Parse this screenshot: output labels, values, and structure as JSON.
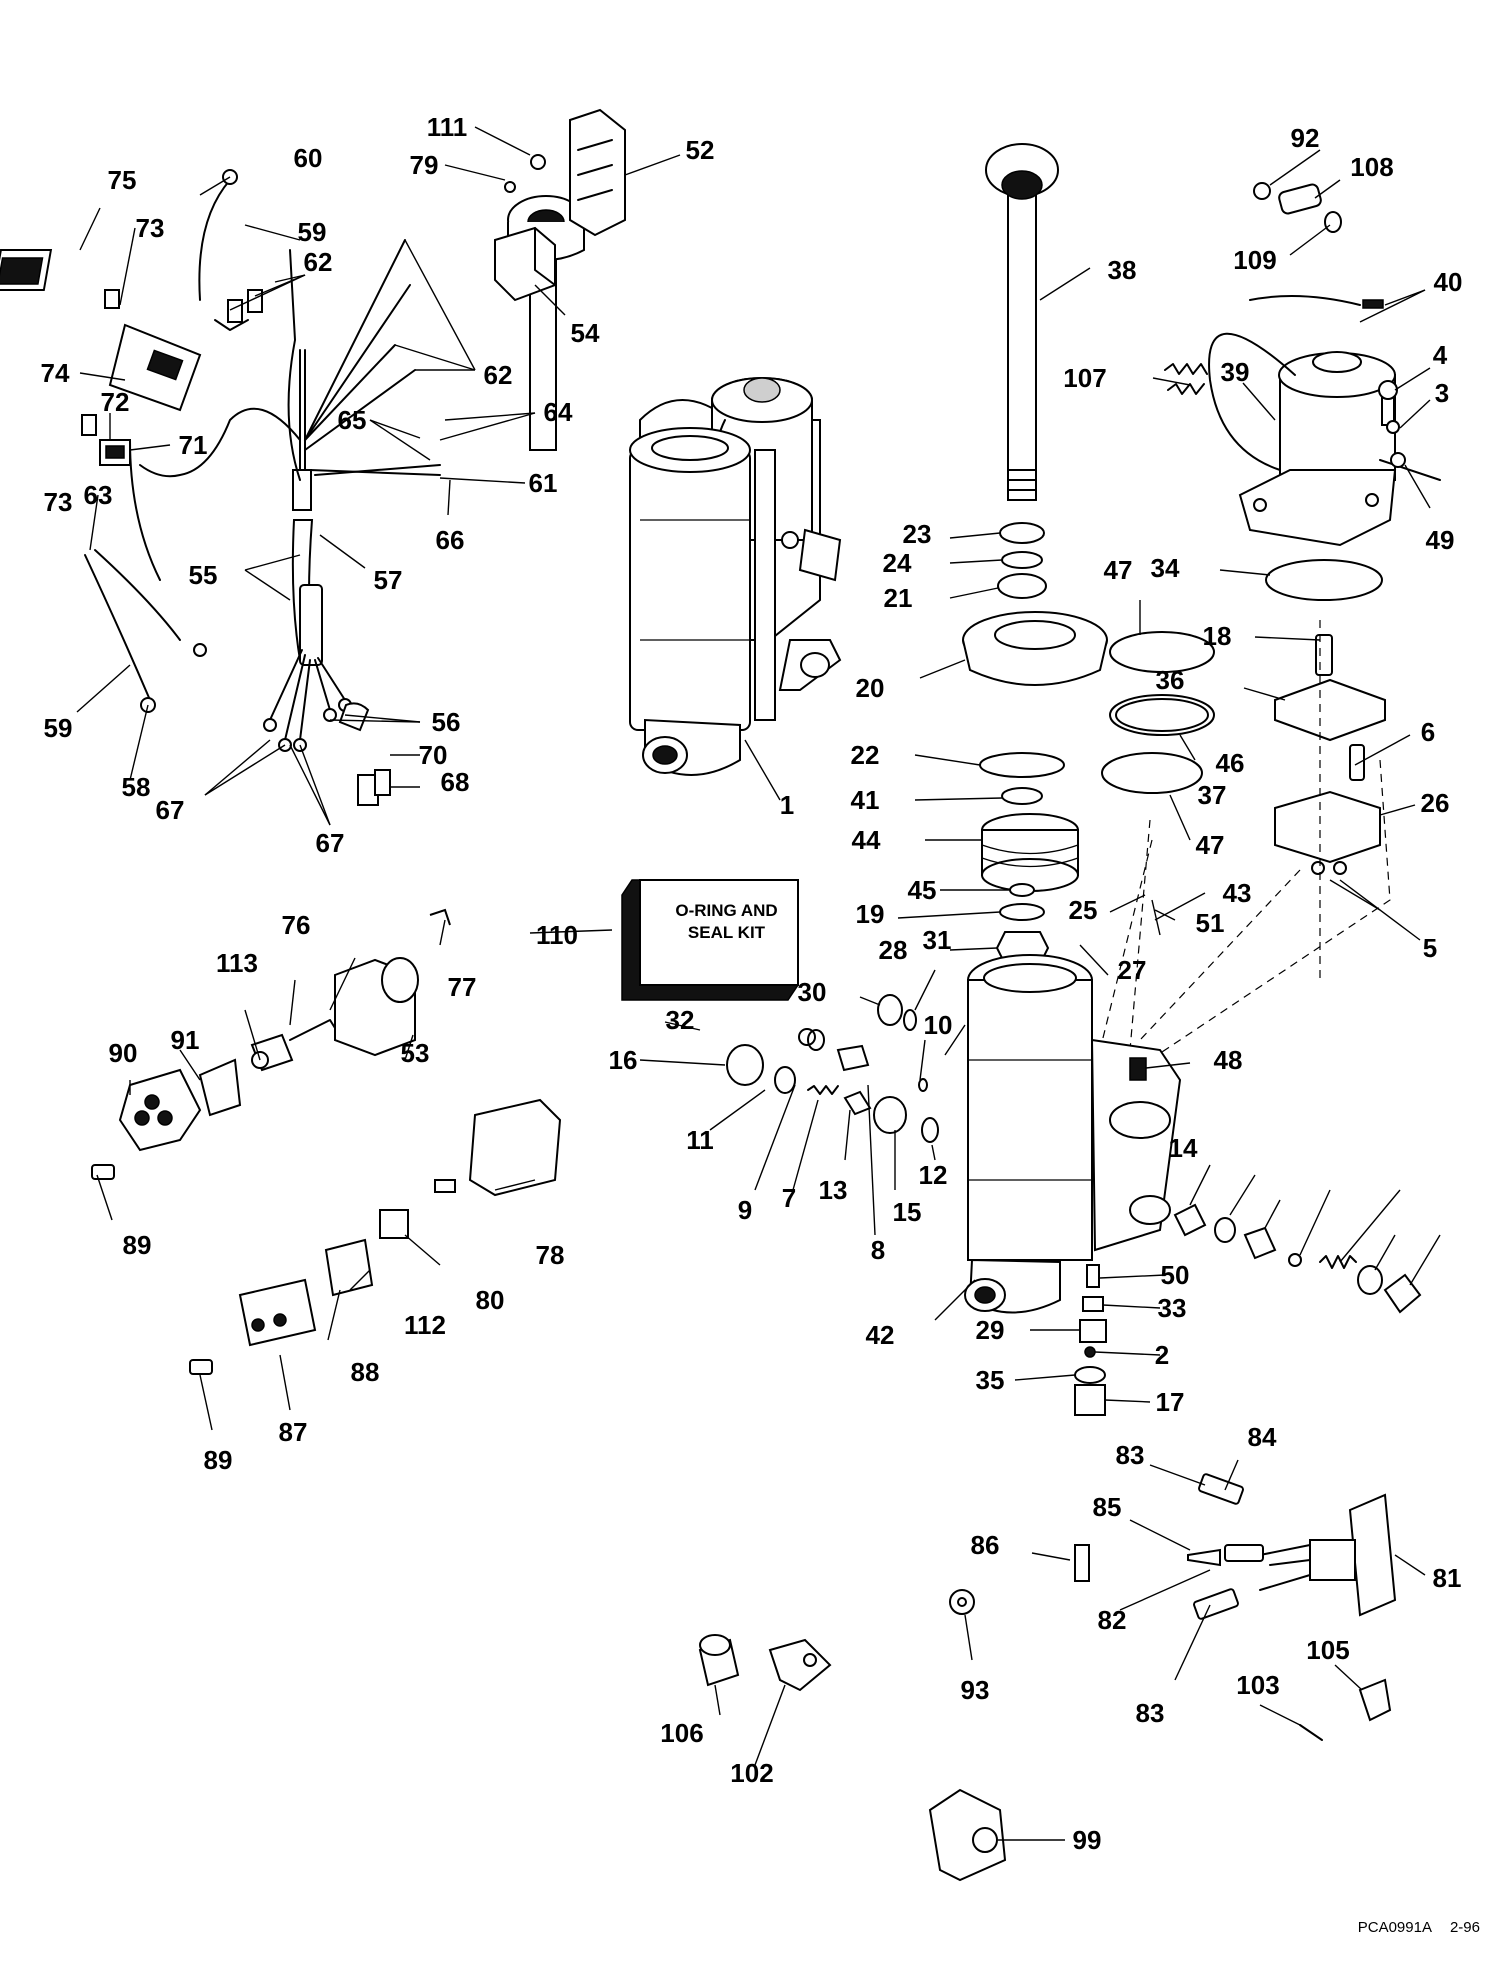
{
  "labels": [
    "1",
    "2",
    "3",
    "4",
    "5",
    "6",
    "7",
    "8",
    "9",
    "10",
    "11",
    "12",
    "13",
    "14",
    "15",
    "16",
    "17",
    "18",
    "19",
    "20",
    "21",
    "22",
    "23",
    "24",
    "25",
    "26",
    "27",
    "28",
    "29",
    "30",
    "31",
    "32",
    "33",
    "34",
    "35",
    "36",
    "37",
    "38",
    "39",
    "40",
    "41",
    "42",
    "43",
    "44",
    "45",
    "46",
    "47",
    "48",
    "49",
    "50",
    "51",
    "52",
    "53",
    "54",
    "55",
    "56",
    "57",
    "58",
    "59",
    "60",
    "61",
    "62",
    "63",
    "64",
    "65",
    "66",
    "67",
    "68",
    "70",
    "71",
    "72",
    "73",
    "74",
    "75",
    "76",
    "77",
    "78",
    "79",
    "80",
    "81",
    "82",
    "83",
    "84",
    "85",
    "86",
    "87",
    "88",
    "89",
    "90",
    "91",
    "92",
    "93",
    "99",
    "102",
    "103",
    "105",
    "106",
    "107",
    "108",
    "109",
    "110",
    "111",
    "112",
    "113"
  ],
  "kit_box": {
    "line1": "O-RING AND",
    "line2": "SEAL KIT"
  },
  "footer": {
    "drawing_code": "PCA0991A",
    "date": "2-96"
  }
}
